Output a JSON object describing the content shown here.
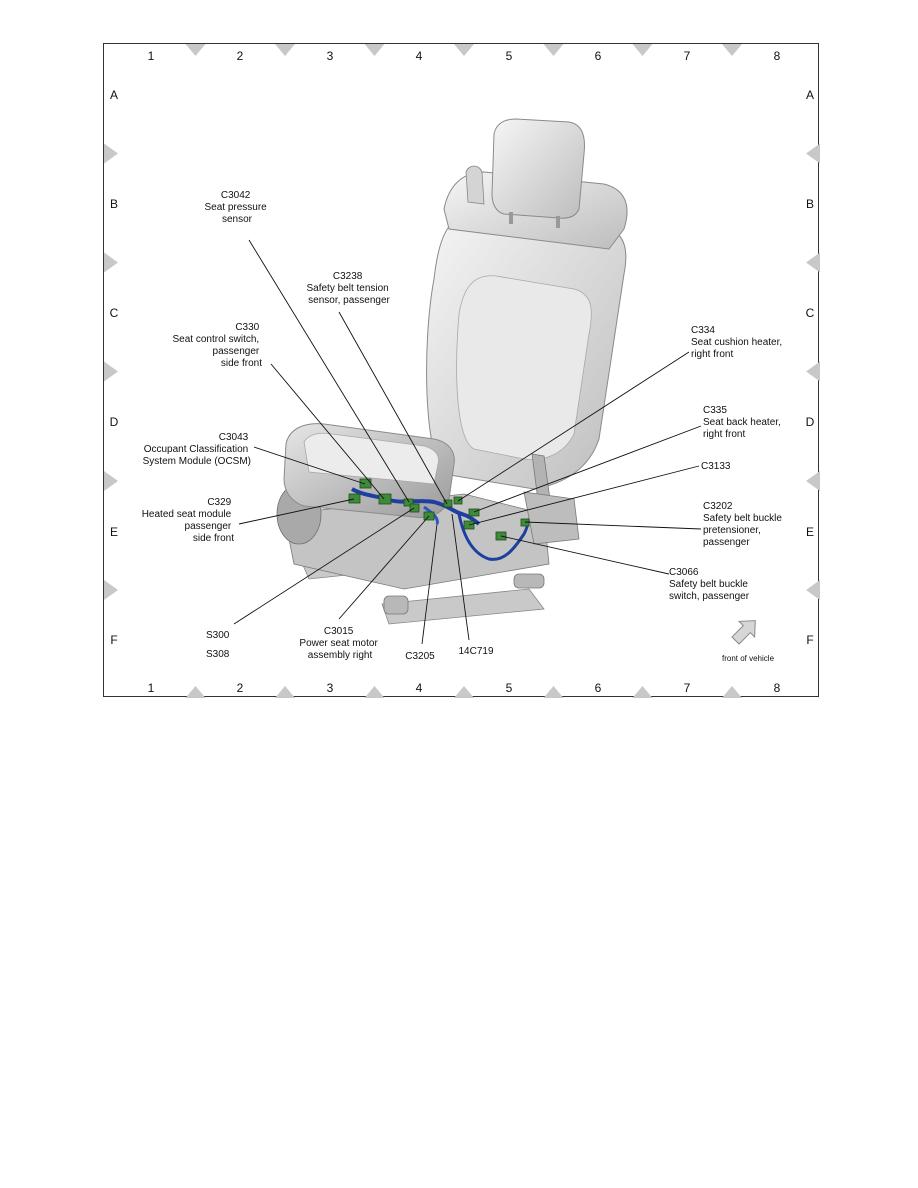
{
  "grid": {
    "columns": [
      "1",
      "2",
      "3",
      "4",
      "5",
      "6",
      "7",
      "8"
    ],
    "rows": [
      "A",
      "B",
      "C",
      "D",
      "E",
      "F"
    ]
  },
  "callouts": {
    "c3042": [
      "C3042",
      "Seat pressure",
      "sensor"
    ],
    "c3238": [
      "C3238",
      "Safety belt tension",
      "sensor, passenger"
    ],
    "c330": [
      "C330",
      "Seat control switch,",
      "passenger",
      "side front"
    ],
    "c334": [
      "C334",
      "Seat cushion heater,",
      "right front"
    ],
    "c335": [
      "C335",
      "Seat back heater,",
      "right front"
    ],
    "c3043": [
      "C3043",
      "Occupant Classification",
      "System Module (OCSM)"
    ],
    "c3133": [
      "C3133"
    ],
    "c329": [
      "C329",
      "Heated seat module",
      "passenger",
      "side  front"
    ],
    "c3202": [
      "C3202",
      "Safety belt buckle",
      "pretensioner,",
      "passenger"
    ],
    "c3066": [
      "C3066",
      "Safety belt buckle",
      "switch, passenger"
    ],
    "s300": [
      "S300",
      "S308"
    ],
    "c3015": [
      "C3015",
      "Power seat motor",
      "assembly  right"
    ],
    "c3205": [
      "C3205"
    ],
    "x14c719": [
      "14C719"
    ]
  },
  "direction_label": "front of vehicle",
  "colors": {
    "harness": "#1d3fa0",
    "connector": "#3f8a3a",
    "seat": "#e2e2e2",
    "grid_marker": "#c8c8c8"
  },
  "icons": [
    "front-of-vehicle-arrow-icon"
  ]
}
